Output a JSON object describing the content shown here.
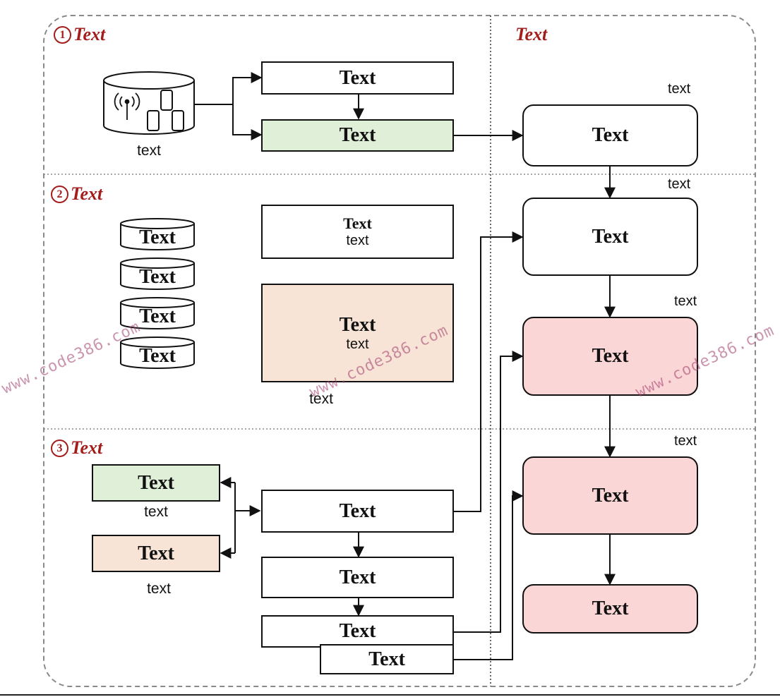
{
  "sections": {
    "s1": {
      "num": "1",
      "title": "Text"
    },
    "s2": {
      "num": "2",
      "title": "Text"
    },
    "s3": {
      "num": "3",
      "title": "Text"
    },
    "right": {
      "title": "Text"
    }
  },
  "section1": {
    "device_caption": "text",
    "box_top": "Text",
    "box_green": "Text"
  },
  "section2": {
    "disks": [
      "Text",
      "Text",
      "Text",
      "Text"
    ],
    "box_title": "Text",
    "box_sub": "text",
    "peach_title": "Text",
    "peach_sub": "text",
    "peach_caption": "text"
  },
  "section3": {
    "green_box": "Text",
    "green_caption": "text",
    "peach_box": "Text",
    "peach_caption": "text",
    "center_box": "Text",
    "box2": "Text",
    "box3": "Text",
    "box4": "Text"
  },
  "right_column": {
    "nodes": [
      {
        "label": "Text",
        "caption": "text"
      },
      {
        "label": "Text",
        "caption": "text"
      },
      {
        "label": "Text",
        "caption": "text"
      },
      {
        "label": "Text",
        "caption": "text"
      },
      {
        "label": "Text"
      }
    ]
  },
  "watermarks": [
    "www.code386.com",
    "www.code386.com",
    "www.code386.com"
  ],
  "colors": {
    "accent_red": "#a31d1d",
    "green_fill": "#dfefd8",
    "peach_fill": "#f8e4d6",
    "pink_fill": "#fbd6d6"
  }
}
